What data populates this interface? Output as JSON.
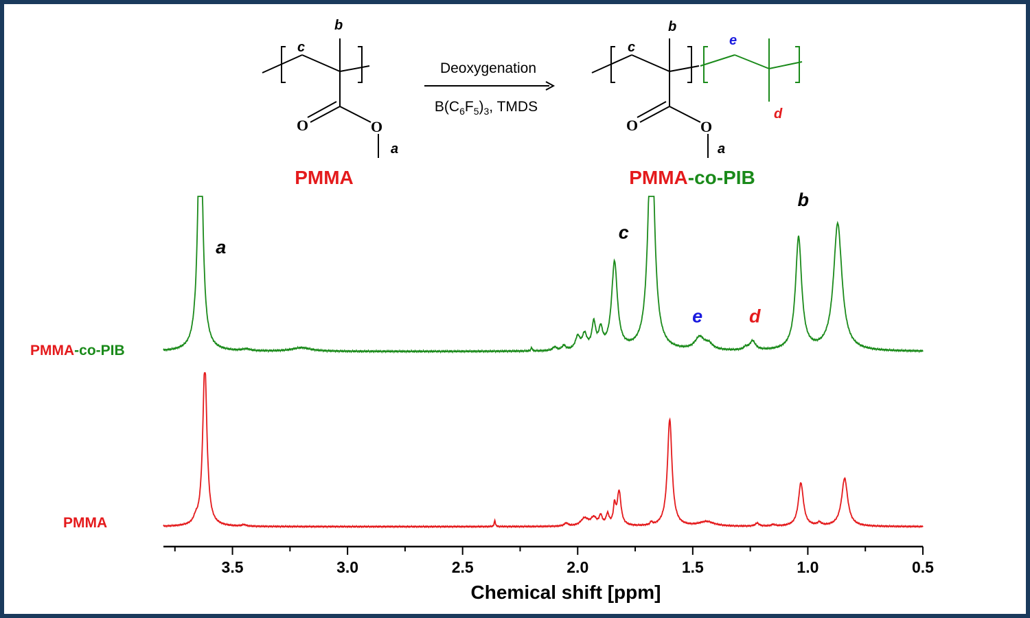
{
  "colors": {
    "frame": "#1a3a5c",
    "pmma": "#e41a1c",
    "copolymer": "#1a8a1a",
    "label_e": "#1a1adf",
    "black": "#000000"
  },
  "scheme": {
    "reactant_name": "PMMA",
    "product_name_part1": "PMMA",
    "product_name_part2": "-co-PIB",
    "reagent_above": "Deoxygenation",
    "reagent_below_prefix": "B(C",
    "reagent_sub1": "6",
    "reagent_mid1": "F",
    "reagent_sub2": "5",
    "reagent_mid2": ")",
    "reagent_sub3": "3",
    "reagent_suffix": ", TMDS",
    "oxygen": "O",
    "site_a": "a",
    "site_b": "b",
    "site_c": "c",
    "site_d": "d",
    "site_e": "e"
  },
  "chart_data": {
    "type": "line",
    "xlabel": "Chemical shift [ppm]",
    "x_reversed": true,
    "xlim": [
      3.8,
      0.5
    ],
    "x_ticks": [
      "3.5",
      "3.0",
      "2.5",
      "2.0",
      "1.5",
      "1.0",
      "0.5"
    ],
    "x_tick_values": [
      3.5,
      3.0,
      2.5,
      2.0,
      1.5,
      1.0,
      0.5
    ],
    "series": [
      {
        "name": "PMMA-co-PIB",
        "name_part1": "PMMA",
        "name_part2": "-co-PIB",
        "color": "#1a8a1a",
        "peaks": [
          {
            "ppm": 3.64,
            "height": 1.45,
            "width": 0.012
          },
          {
            "ppm": 3.2,
            "height": 0.02,
            "width": 0.05
          },
          {
            "ppm": 3.44,
            "height": 0.01,
            "width": 0.02
          },
          {
            "ppm": 2.2,
            "height": 0.02,
            "width": 0.003
          },
          {
            "ppm": 2.1,
            "height": 0.02,
            "width": 0.01
          },
          {
            "ppm": 2.06,
            "height": 0.025,
            "width": 0.01
          },
          {
            "ppm": 2.0,
            "height": 0.07,
            "width": 0.012
          },
          {
            "ppm": 1.97,
            "height": 0.08,
            "width": 0.012
          },
          {
            "ppm": 1.93,
            "height": 0.14,
            "width": 0.01
          },
          {
            "ppm": 1.9,
            "height": 0.1,
            "width": 0.01
          },
          {
            "ppm": 1.84,
            "height": 0.48,
            "width": 0.015
          },
          {
            "ppm": 1.68,
            "height": 1.3,
            "width": 0.016
          },
          {
            "ppm": 1.47,
            "height": 0.07,
            "width": 0.025
          },
          {
            "ppm": 1.43,
            "height": 0.03,
            "width": 0.02
          },
          {
            "ppm": 1.27,
            "height": 0.015,
            "width": 0.01
          },
          {
            "ppm": 1.24,
            "height": 0.05,
            "width": 0.015
          },
          {
            "ppm": 1.04,
            "height": 0.62,
            "width": 0.016
          },
          {
            "ppm": 0.87,
            "height": 0.7,
            "width": 0.022
          }
        ],
        "peak_labels": [
          {
            "text": "a",
            "ppm": 3.55,
            "level": 0.54,
            "color": "#000000"
          },
          {
            "text": "c",
            "ppm": 1.8,
            "level": 0.62,
            "color": "#000000"
          },
          {
            "text": "e",
            "ppm": 1.48,
            "level": 0.16,
            "color": "#1a1adf"
          },
          {
            "text": "d",
            "ppm": 1.23,
            "level": 0.16,
            "color": "#e41a1c"
          },
          {
            "text": "b",
            "ppm": 1.02,
            "level": 0.8,
            "color": "#000000"
          }
        ]
      },
      {
        "name": "PMMA",
        "name_part1": "PMMA",
        "name_part2": "",
        "color": "#e41a1c",
        "peaks": [
          {
            "ppm": 3.62,
            "height": 1.05,
            "width": 0.011
          },
          {
            "ppm": 3.66,
            "height": 0.03,
            "width": 0.01
          },
          {
            "ppm": 3.45,
            "height": 0.01,
            "width": 0.01
          },
          {
            "ppm": 2.36,
            "height": 0.04,
            "width": 0.003
          },
          {
            "ppm": 2.05,
            "height": 0.02,
            "width": 0.01
          },
          {
            "ppm": 1.97,
            "height": 0.05,
            "width": 0.02
          },
          {
            "ppm": 1.93,
            "height": 0.05,
            "width": 0.015
          },
          {
            "ppm": 1.9,
            "height": 0.06,
            "width": 0.008
          },
          {
            "ppm": 1.87,
            "height": 0.07,
            "width": 0.008
          },
          {
            "ppm": 1.84,
            "height": 0.12,
            "width": 0.006
          },
          {
            "ppm": 1.82,
            "height": 0.22,
            "width": 0.01
          },
          {
            "ppm": 1.68,
            "height": 0.02,
            "width": 0.005
          },
          {
            "ppm": 1.6,
            "height": 0.69,
            "width": 0.012
          },
          {
            "ppm": 1.44,
            "height": 0.03,
            "width": 0.04
          },
          {
            "ppm": 1.22,
            "height": 0.02,
            "width": 0.01
          },
          {
            "ppm": 1.15,
            "height": 0.01,
            "width": 0.01
          },
          {
            "ppm": 1.03,
            "height": 0.28,
            "width": 0.013
          },
          {
            "ppm": 0.95,
            "height": 0.02,
            "width": 0.01
          },
          {
            "ppm": 0.84,
            "height": 0.31,
            "width": 0.016
          }
        ],
        "peak_labels": []
      }
    ]
  }
}
